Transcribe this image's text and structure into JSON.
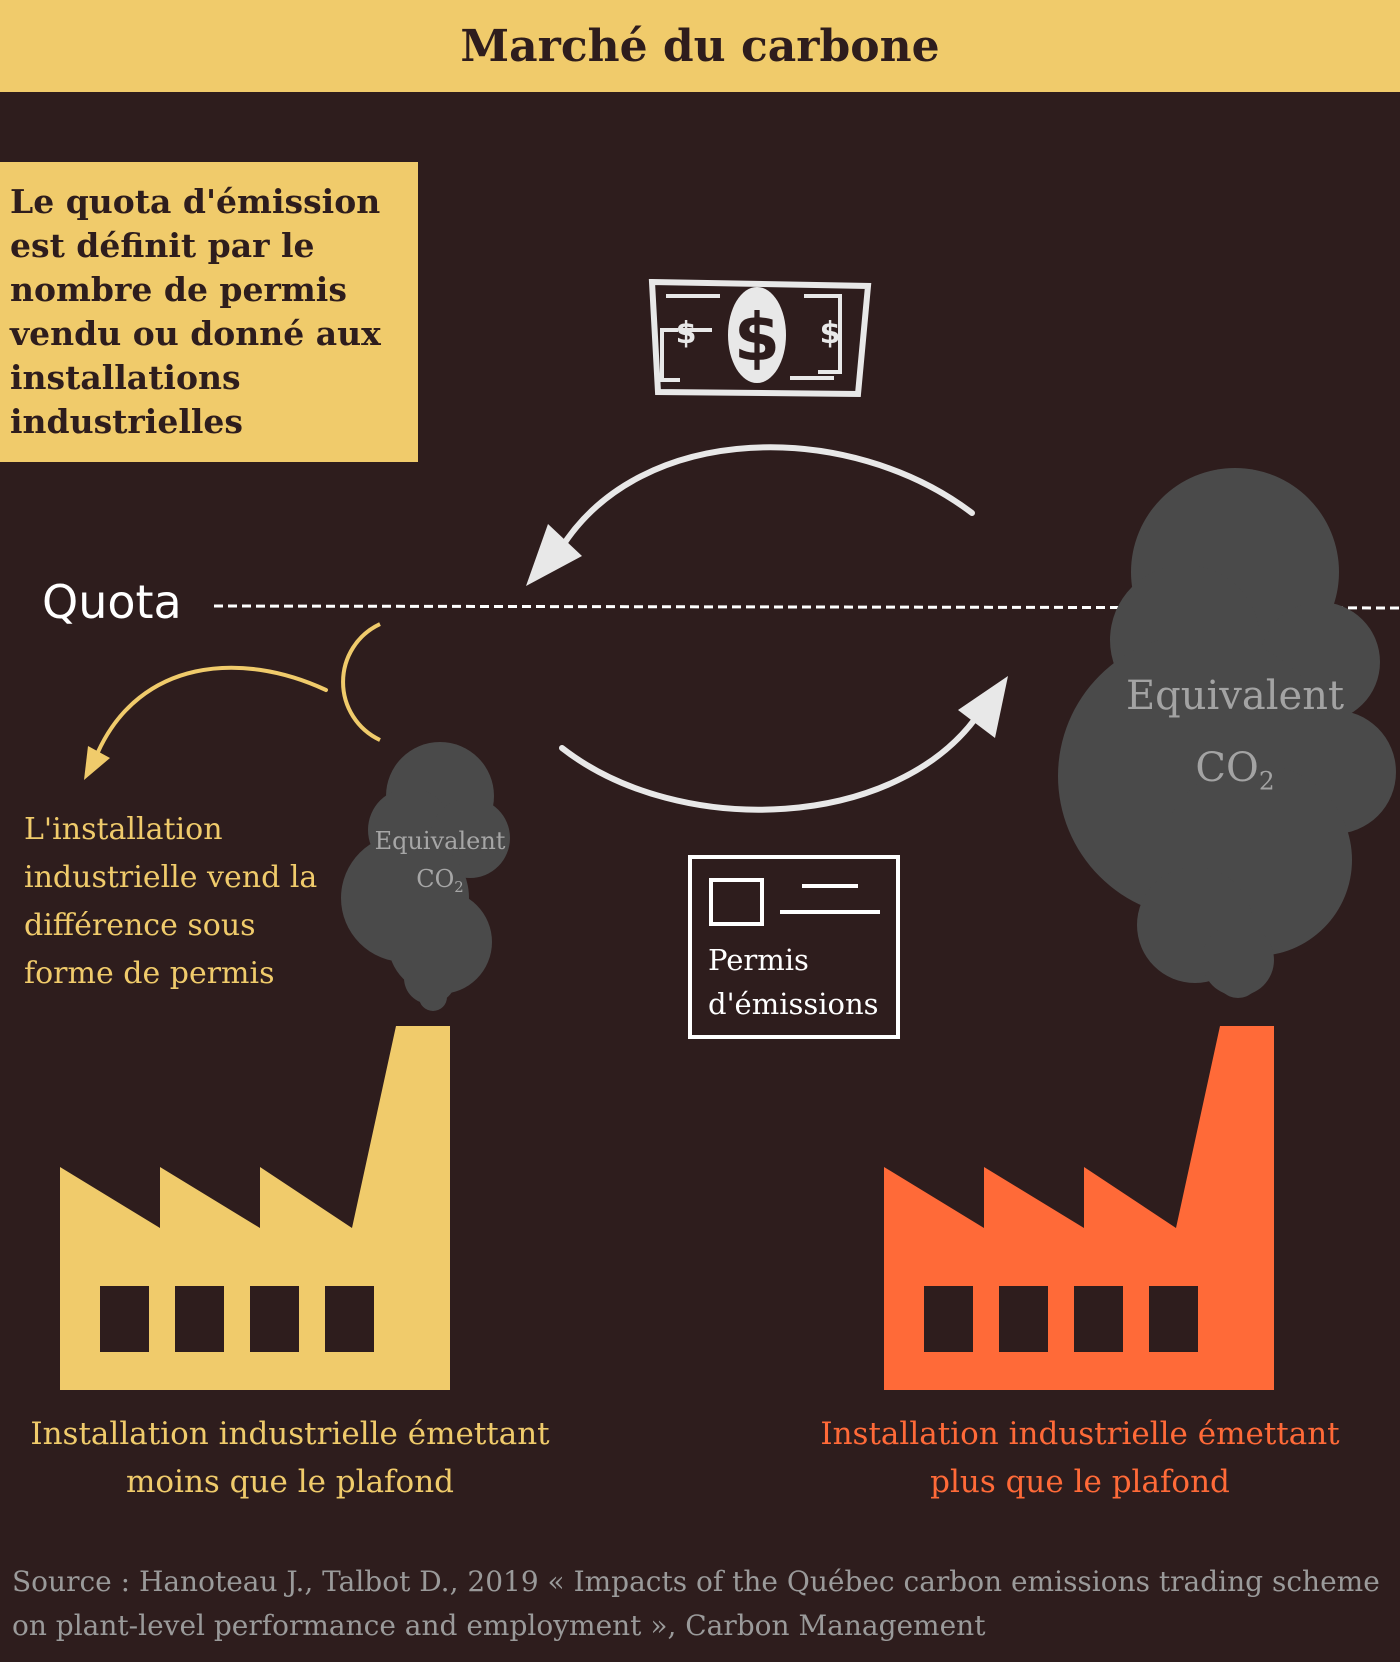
{
  "title": "Marché du carbone",
  "quota_box": {
    "text": "Le quota d'émission est définit par le nombre de permis vendu ou donné aux installations industrielles"
  },
  "quota_label": "Quota",
  "left_note": "L'installation industrielle vend la différence sous forme de permis",
  "permit": {
    "label": "Permis d'émissions",
    "icon": "permit-document-icon"
  },
  "money_icon": "dollar-bill-icon",
  "co2_small": {
    "label": "Equivalent",
    "formula": "CO",
    "subscript": "2"
  },
  "co2_big": {
    "label": "Equivalent",
    "formula": "CO",
    "subscript": "2"
  },
  "factories": {
    "left": {
      "caption": "Installation industrielle émettant moins que le plafond",
      "color": "#f0cb6b",
      "icon": "factory-icon"
    },
    "right": {
      "caption": "Installation industrielle émettant plus que le plafond",
      "color": "#ff6a38",
      "icon": "factory-icon"
    }
  },
  "colors": {
    "background": "#2e1d1d",
    "accent_yellow": "#f0cb6b",
    "accent_orange": "#ff6a38",
    "smoke": "#4a4a4a",
    "line": "#e8e8e8"
  },
  "source": "Source : Hanoteau J., Talbot D., 2019 « Impacts of the Québec carbon emissions trading scheme on plant-level performance and employment », Carbon Management"
}
